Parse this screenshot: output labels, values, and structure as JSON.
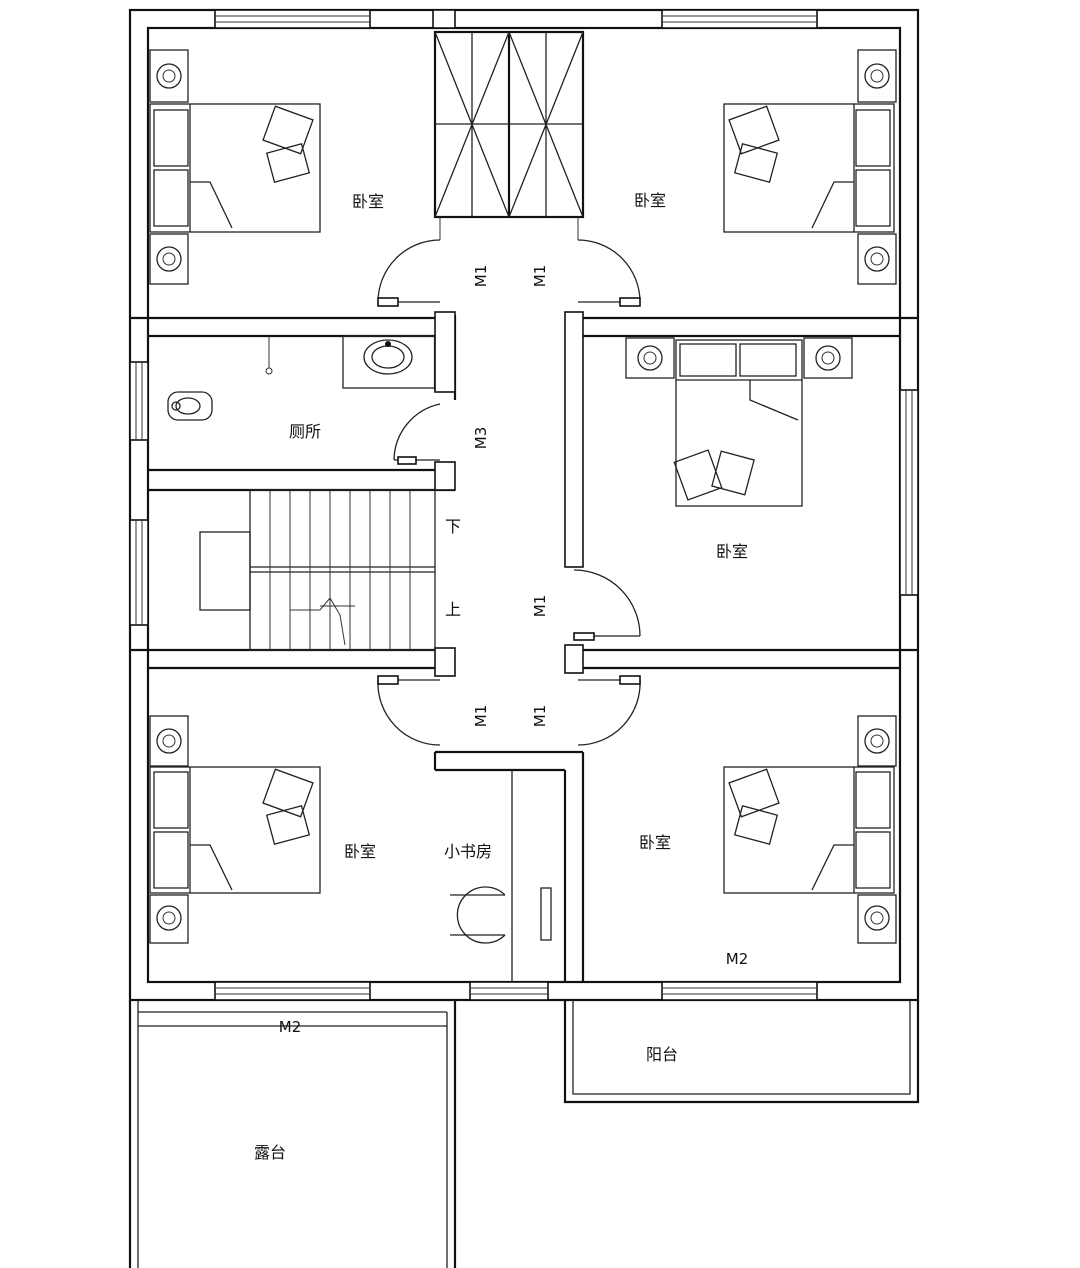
{
  "rooms": {
    "bedroom_top_left": "卧室",
    "bedroom_top_right": "卧室",
    "bedroom_middle_right": "卧室",
    "bedroom_bottom_left": "卧室",
    "bedroom_bottom_right": "卧室",
    "toilet": "厕所",
    "study": "小书房",
    "balcony": "阳台",
    "terrace": "露台"
  },
  "stair": {
    "down": "下",
    "up": "上"
  },
  "doors": {
    "m1_top_left": "M1",
    "m1_top_right": "M1",
    "m3_toilet": "M3",
    "m1_mid_right": "M1",
    "m1_bottom_left": "M1",
    "m1_bottom_right": "M1",
    "m2_balcony": "M2",
    "m2_terrace": "M2"
  }
}
